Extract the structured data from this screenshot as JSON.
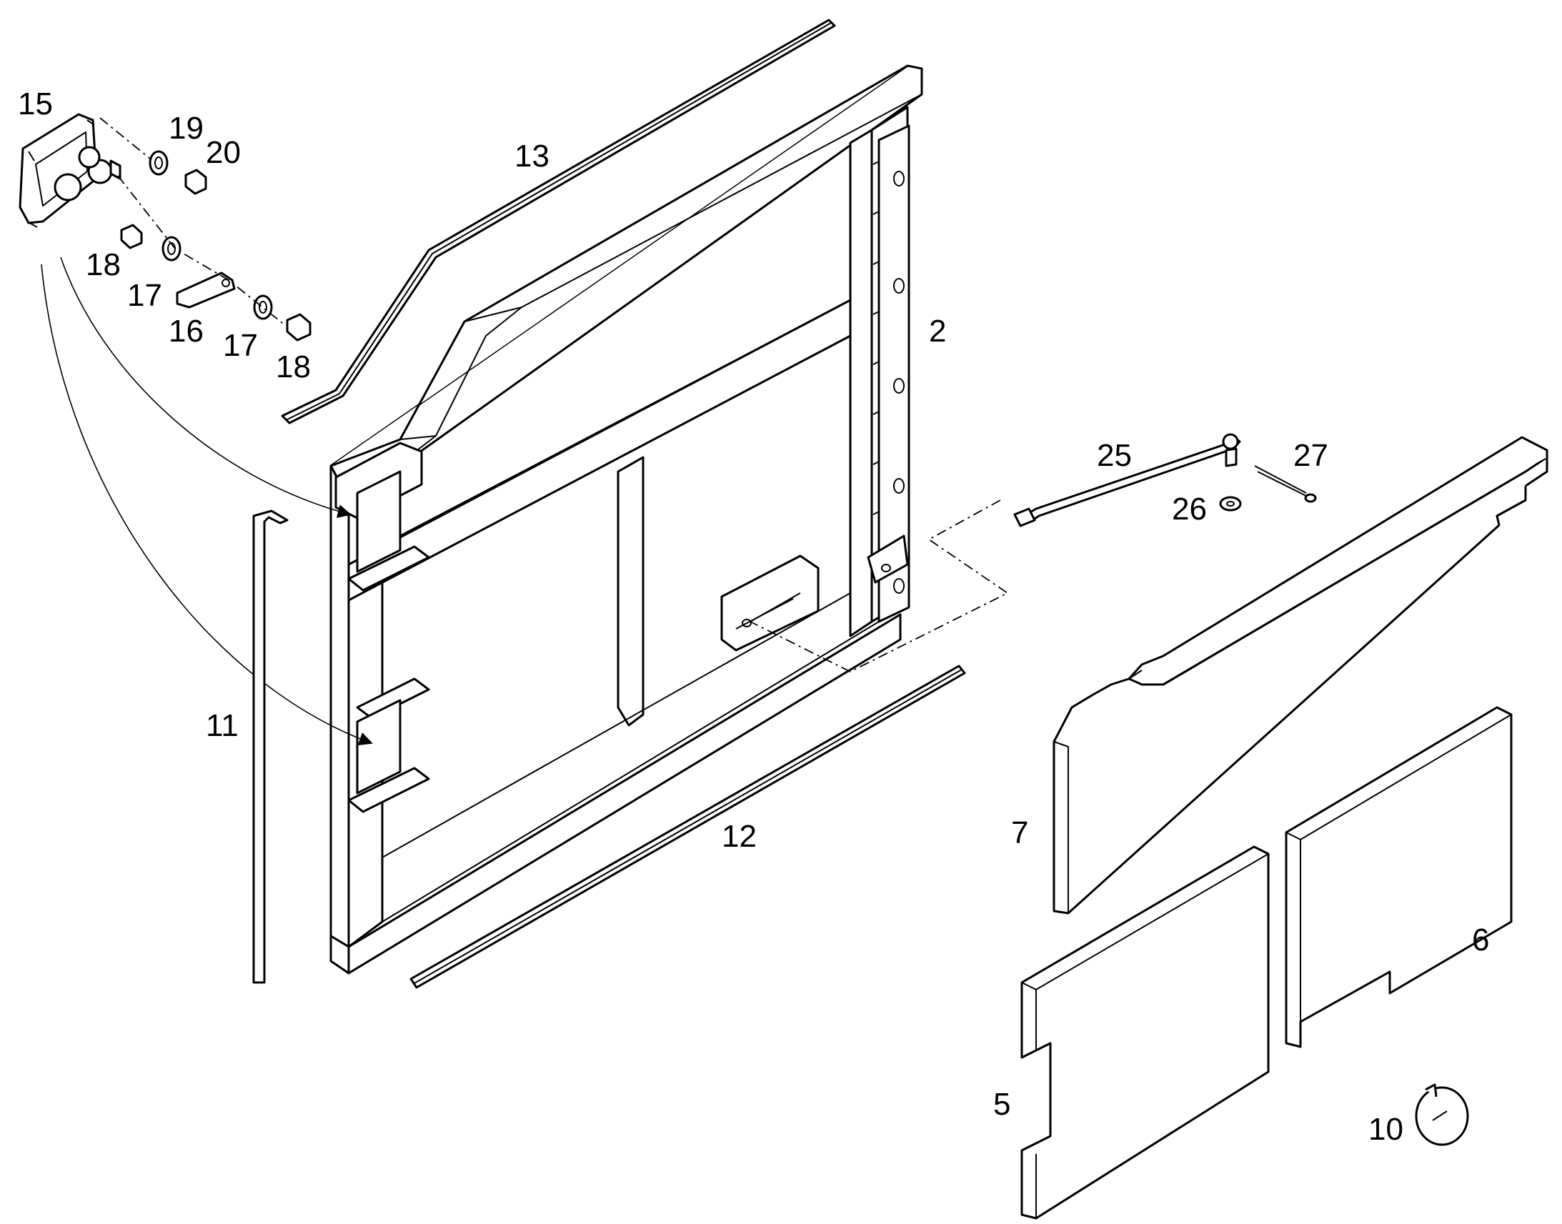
{
  "diagram": {
    "callouts": [
      {
        "id": "c15",
        "text": "15"
      },
      {
        "id": "c19",
        "text": "19"
      },
      {
        "id": "c20",
        "text": "20"
      },
      {
        "id": "c13",
        "text": "13"
      },
      {
        "id": "c18a",
        "text": "18"
      },
      {
        "id": "c17a",
        "text": "17"
      },
      {
        "id": "c16",
        "text": "16"
      },
      {
        "id": "c17b",
        "text": "17"
      },
      {
        "id": "c18b",
        "text": "18"
      },
      {
        "id": "c2",
        "text": "2"
      },
      {
        "id": "c25",
        "text": "25"
      },
      {
        "id": "c27",
        "text": "27"
      },
      {
        "id": "c26",
        "text": "26"
      },
      {
        "id": "c11",
        "text": "11"
      },
      {
        "id": "c12",
        "text": "12"
      },
      {
        "id": "c7",
        "text": "7"
      },
      {
        "id": "c6",
        "text": "6"
      },
      {
        "id": "c5",
        "text": "5"
      },
      {
        "id": "c10",
        "text": "10"
      }
    ]
  }
}
